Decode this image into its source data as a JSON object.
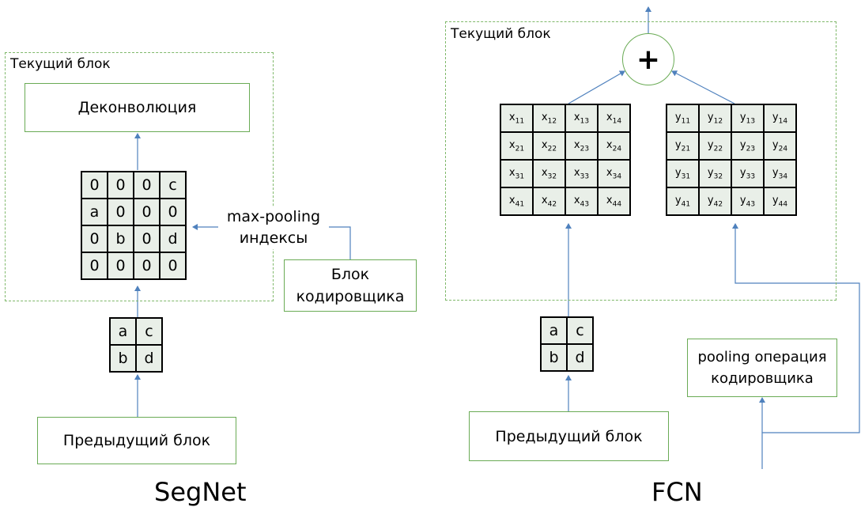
{
  "segnet": {
    "block_title": "Текущий блок",
    "deconv": "Деконволюция",
    "unpooled": [
      [
        "0",
        "0",
        "0",
        "c"
      ],
      [
        "a",
        "0",
        "0",
        "0"
      ],
      [
        "0",
        "b",
        "0",
        "d"
      ],
      [
        "0",
        "0",
        "0",
        "0"
      ]
    ],
    "pooled": [
      [
        "a",
        "c"
      ],
      [
        "b",
        "d"
      ]
    ],
    "indices_label": "max-pooling\nиндексы",
    "encoder_block": "Блок\nкодировщика",
    "prev_block": "Предыдущий блок",
    "caption": "SegNet"
  },
  "fcn": {
    "block_title": "Текущий блок",
    "plus": "+",
    "x_letter": "x",
    "y_letter": "y",
    "idx": [
      [
        "11",
        "12",
        "13",
        "14"
      ],
      [
        "21",
        "22",
        "23",
        "24"
      ],
      [
        "31",
        "32",
        "33",
        "34"
      ],
      [
        "41",
        "42",
        "43",
        "44"
      ]
    ],
    "pooled": [
      [
        "a",
        "c"
      ],
      [
        "b",
        "d"
      ]
    ],
    "encoder_pooling": "pooling операция\nкодировщика",
    "prev_block": "Предыдущий блок",
    "caption": "FCN"
  },
  "colors": {
    "arrow": "#4f81bd",
    "box_border": "#6aab55",
    "dashed": "#7fb86a",
    "cell_fill": "#e9efe8"
  }
}
